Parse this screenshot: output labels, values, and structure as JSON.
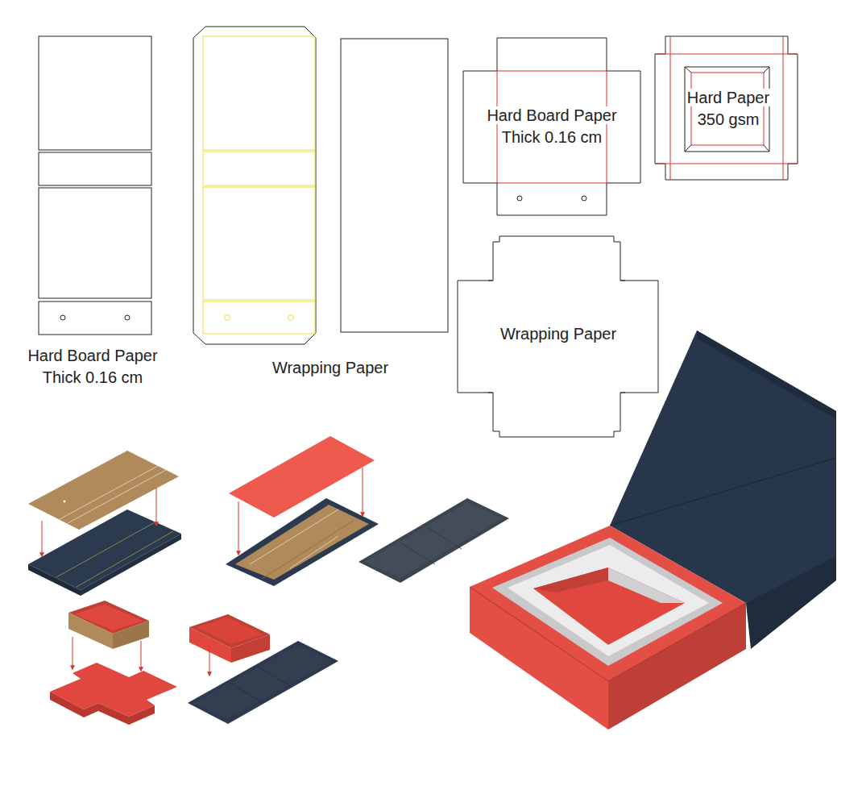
{
  "diagram": {
    "nodes": [
      {
        "text": [
          "Hard Board Paper Thick 0.16 cm"
        ]
      },
      {
        "text": [
          "Hard Paper 350 gsm"
        ]
      },
      {
        "text": [
          "Wrapping Paper"
        ]
      }
    ],
    "labels": [
      "Hard Board Paper Thick 0.16 cm",
      "Wrapping Paper"
    ]
  }
}
